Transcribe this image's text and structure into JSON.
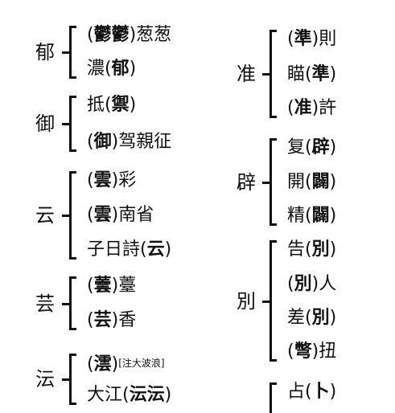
{
  "left_column": [
    {
      "head": "郁",
      "entries": [
        [
          {
            "t": "(",
            "b": false
          },
          {
            "t": "鬱鬱",
            "b": true
          },
          {
            "t": ")葱葱",
            "b": false
          }
        ],
        [
          {
            "t": "濃(",
            "b": false
          },
          {
            "t": "郁",
            "b": true
          },
          {
            "t": ")",
            "b": false
          }
        ]
      ]
    },
    {
      "head": "御",
      "entries": [
        [
          {
            "t": "抵(",
            "b": false
          },
          {
            "t": "禦",
            "b": true
          },
          {
            "t": ")",
            "b": false
          }
        ],
        [
          {
            "t": "(",
            "b": false
          },
          {
            "t": "御",
            "b": true
          },
          {
            "t": ")驾親征",
            "b": false
          }
        ]
      ]
    },
    {
      "head": "云",
      "entries": [
        [
          {
            "t": "(",
            "b": false
          },
          {
            "t": "雲",
            "b": true
          },
          {
            "t": ")彩",
            "b": false
          }
        ],
        [
          {
            "t": "(",
            "b": false
          },
          {
            "t": "雲",
            "b": true
          },
          {
            "t": ")南省",
            "b": false
          }
        ],
        [
          {
            "t": "子日詩(",
            "b": false
          },
          {
            "t": "云",
            "b": true
          },
          {
            "t": ")",
            "b": false
          }
        ]
      ]
    },
    {
      "head": "芸",
      "entries": [
        [
          {
            "t": "(",
            "b": false
          },
          {
            "t": "蕓",
            "b": true
          },
          {
            "t": ")薹",
            "b": false
          }
        ],
        [
          {
            "t": "(",
            "b": false
          },
          {
            "t": "芸",
            "b": true
          },
          {
            "t": ")香",
            "b": false
          }
        ]
      ]
    },
    {
      "head": "沄",
      "entries": [
        [
          {
            "t": "(",
            "b": false
          },
          {
            "t": "澐",
            "b": true
          },
          {
            "t": ")",
            "b": false
          },
          {
            "t": "[注大波浪]",
            "b": false,
            "note": true
          }
        ],
        [
          {
            "t": "大江(",
            "b": false
          },
          {
            "t": "沄沄",
            "b": true
          },
          {
            "t": ")",
            "b": false
          }
        ]
      ]
    }
  ],
  "right_column": [
    {
      "head": "准",
      "entries": [
        [
          {
            "t": "(",
            "b": false
          },
          {
            "t": "準",
            "b": true
          },
          {
            "t": ")則",
            "b": false
          }
        ],
        [
          {
            "t": "瞄(",
            "b": false
          },
          {
            "t": "準",
            "b": true
          },
          {
            "t": ")",
            "b": false
          }
        ],
        [
          {
            "t": "(",
            "b": false
          },
          {
            "t": "准",
            "b": true
          },
          {
            "t": ")許",
            "b": false
          }
        ]
      ]
    },
    {
      "head": "辟",
      "entries": [
        [
          {
            "t": "复(",
            "b": false
          },
          {
            "t": "辟",
            "b": true
          },
          {
            "t": ")",
            "b": false
          }
        ],
        [
          {
            "t": "開(",
            "b": false
          },
          {
            "t": "闢",
            "b": true
          },
          {
            "t": ")",
            "b": false
          }
        ],
        [
          {
            "t": "精(",
            "b": false
          },
          {
            "t": "闢",
            "b": true
          },
          {
            "t": ")",
            "b": false
          }
        ]
      ]
    },
    {
      "head": "別",
      "entries": [
        [
          {
            "t": "告(",
            "b": false
          },
          {
            "t": "別",
            "b": true
          },
          {
            "t": ")",
            "b": false
          }
        ],
        [
          {
            "t": "(",
            "b": false
          },
          {
            "t": "別",
            "b": true
          },
          {
            "t": ")人",
            "b": false
          }
        ],
        [
          {
            "t": "差(",
            "b": false
          },
          {
            "t": "別",
            "b": true
          },
          {
            "t": ")",
            "b": false
          }
        ],
        [
          {
            "t": "(",
            "b": false
          },
          {
            "t": "彆",
            "b": true
          },
          {
            "t": ")扭",
            "b": false
          }
        ]
      ]
    },
    {
      "head": "",
      "entries": [
        [
          {
            "t": "占(",
            "b": false
          },
          {
            "t": "卜",
            "b": true
          },
          {
            "t": ")",
            "b": false
          }
        ]
      ]
    }
  ]
}
